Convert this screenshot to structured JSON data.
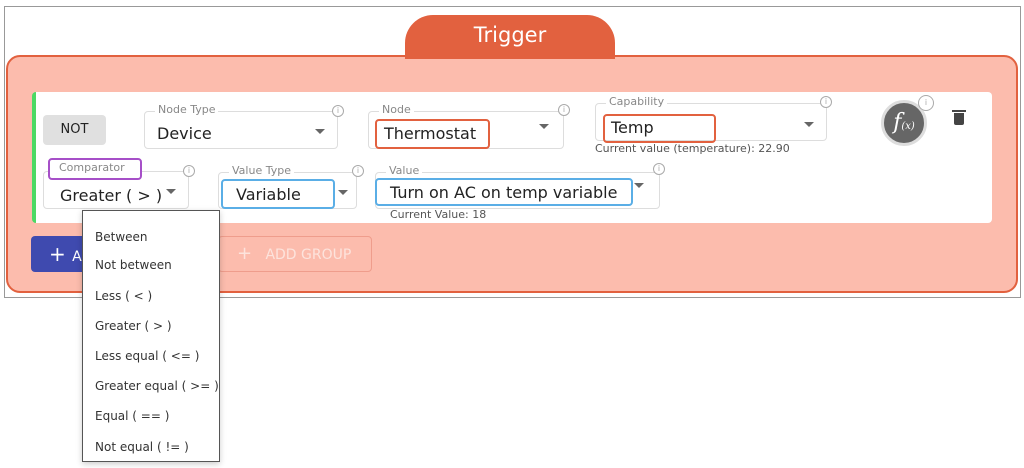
{
  "header": {
    "title": "Trigger"
  },
  "condition": {
    "not_label": "NOT",
    "node_type": {
      "label": "Node Type",
      "value": "Device"
    },
    "node": {
      "label": "Node",
      "value": "Thermostat"
    },
    "capability": {
      "label": "Capability",
      "value": "Temp",
      "current": "Current value (temperature): 22.90"
    },
    "comparator": {
      "label": "Comparator",
      "value": "Greater ( > )"
    },
    "value_type": {
      "label": "Value Type",
      "value": "Variable"
    },
    "value": {
      "label": "Value",
      "value": "Turn on AC on temp variable",
      "current": "Current Value: 18"
    },
    "fx_main": "f",
    "fx_sub": "(x)"
  },
  "buttons": {
    "add_plus": "+",
    "add_label": "A",
    "group_plus": "+",
    "add_group": "ADD GROUP"
  },
  "comparator_menu": [
    "Between",
    "Not between",
    "Less ( < )",
    "Greater ( > )",
    "Less equal ( <= )",
    "Greater equal ( >= )",
    "Equal ( == )",
    "Not equal ( != )"
  ],
  "colors": {
    "trigger": "#e2613f",
    "panel": "#fcbcad",
    "highlight_red": "#e2613f",
    "highlight_purple": "#a64fc8",
    "highlight_blue": "#5aaee6",
    "add_button": "#3f4aaf",
    "card_accent": "#4cd964"
  }
}
